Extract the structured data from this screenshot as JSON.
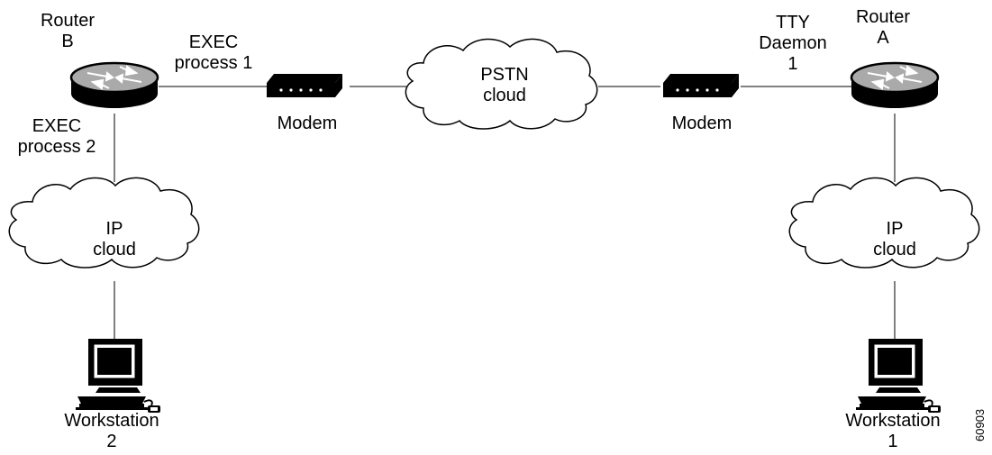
{
  "routers": [
    {
      "id": "router-b",
      "label": [
        "Router",
        "B"
      ]
    },
    {
      "id": "router-a",
      "label": [
        "Router",
        "A"
      ]
    }
  ],
  "processes": {
    "exec1": [
      "EXEC",
      "process 1"
    ],
    "exec2": [
      "EXEC",
      "process 2"
    ],
    "tty": [
      "TTY",
      "Daemon",
      "1"
    ]
  },
  "modems": [
    "Modem",
    "Modem"
  ],
  "clouds": {
    "pstn": [
      "PSTN",
      "cloud"
    ],
    "ip_left": [
      "IP",
      "cloud"
    ],
    "ip_right": [
      "IP",
      "cloud"
    ]
  },
  "workstations": [
    [
      "Workstation",
      "2"
    ],
    [
      "Workstation",
      "1"
    ]
  ],
  "figure_id": "60903"
}
